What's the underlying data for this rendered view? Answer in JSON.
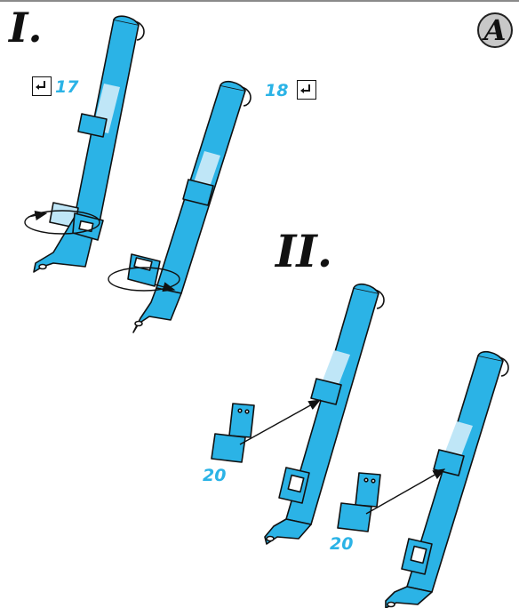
{
  "steps": {
    "step1": "I.",
    "step2": "II."
  },
  "badge": "A",
  "callouts": {
    "c17": "17",
    "c18": "18",
    "c20a": "20",
    "c20b": "20"
  },
  "icons": {
    "callout_marker": "return-arrow-icon"
  },
  "colors": {
    "part_blue": "#2bb3e6",
    "band_blue": "#bfe6f7",
    "outline": "#111111",
    "badge_fill": "#c8c8c8"
  }
}
